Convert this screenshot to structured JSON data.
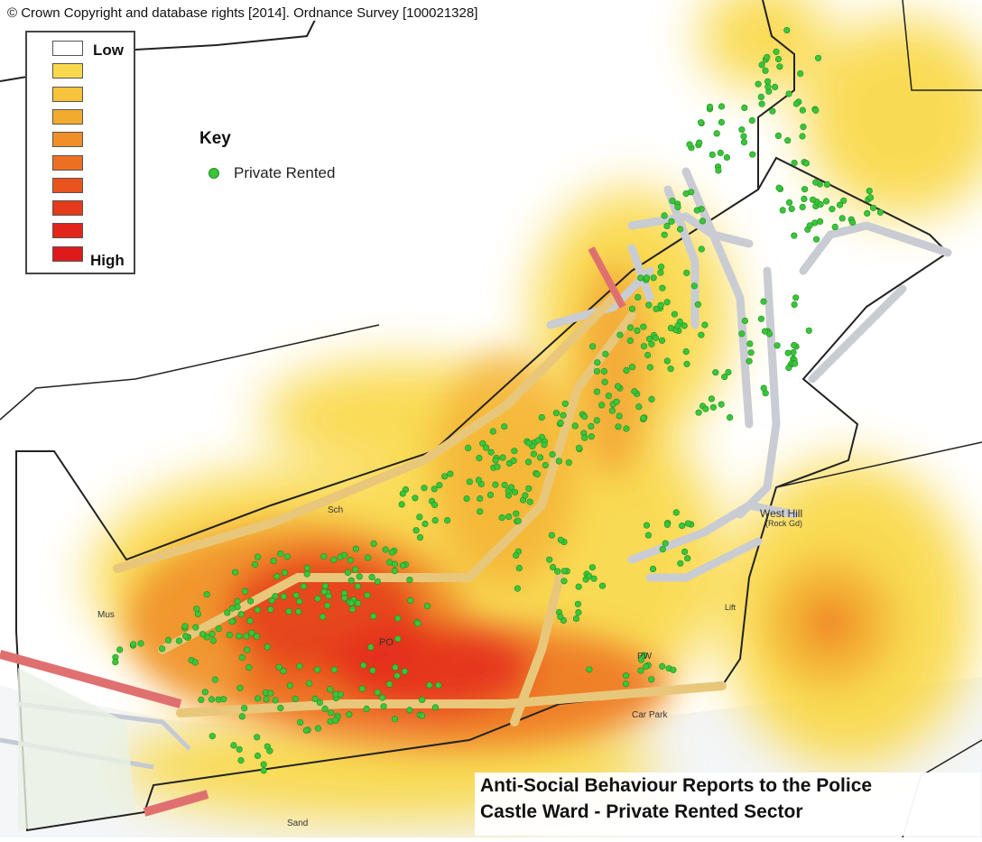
{
  "copyright": "© Crown Copyright and database rights [2014]. Ordnance Survey [100021328]",
  "legend": {
    "low_label": "Low",
    "high_label": "High",
    "colors": [
      "#ffffff",
      "#f9d94c",
      "#f6c33a",
      "#f3ab2f",
      "#f08f27",
      "#ed7022",
      "#e9541e",
      "#e53a1c",
      "#e3241b",
      "#de1a1d"
    ]
  },
  "key": {
    "title": "Key",
    "items": [
      {
        "label": "Private Rented",
        "color": "#3ac53a"
      }
    ]
  },
  "title": {
    "line1": "Anti-Social Behaviour Reports to the Police",
    "line2": "Castle Ward - Private Rented Sector"
  },
  "map_labels": {
    "west_hill": "West Hill",
    "west_hill_sub": "(Rock Gd)",
    "car_park": "Car Park",
    "sand": "Sand",
    "lift": "Lift",
    "po": "PO",
    "pw": "PW",
    "sch": "Sch",
    "mus": "Mus"
  }
}
